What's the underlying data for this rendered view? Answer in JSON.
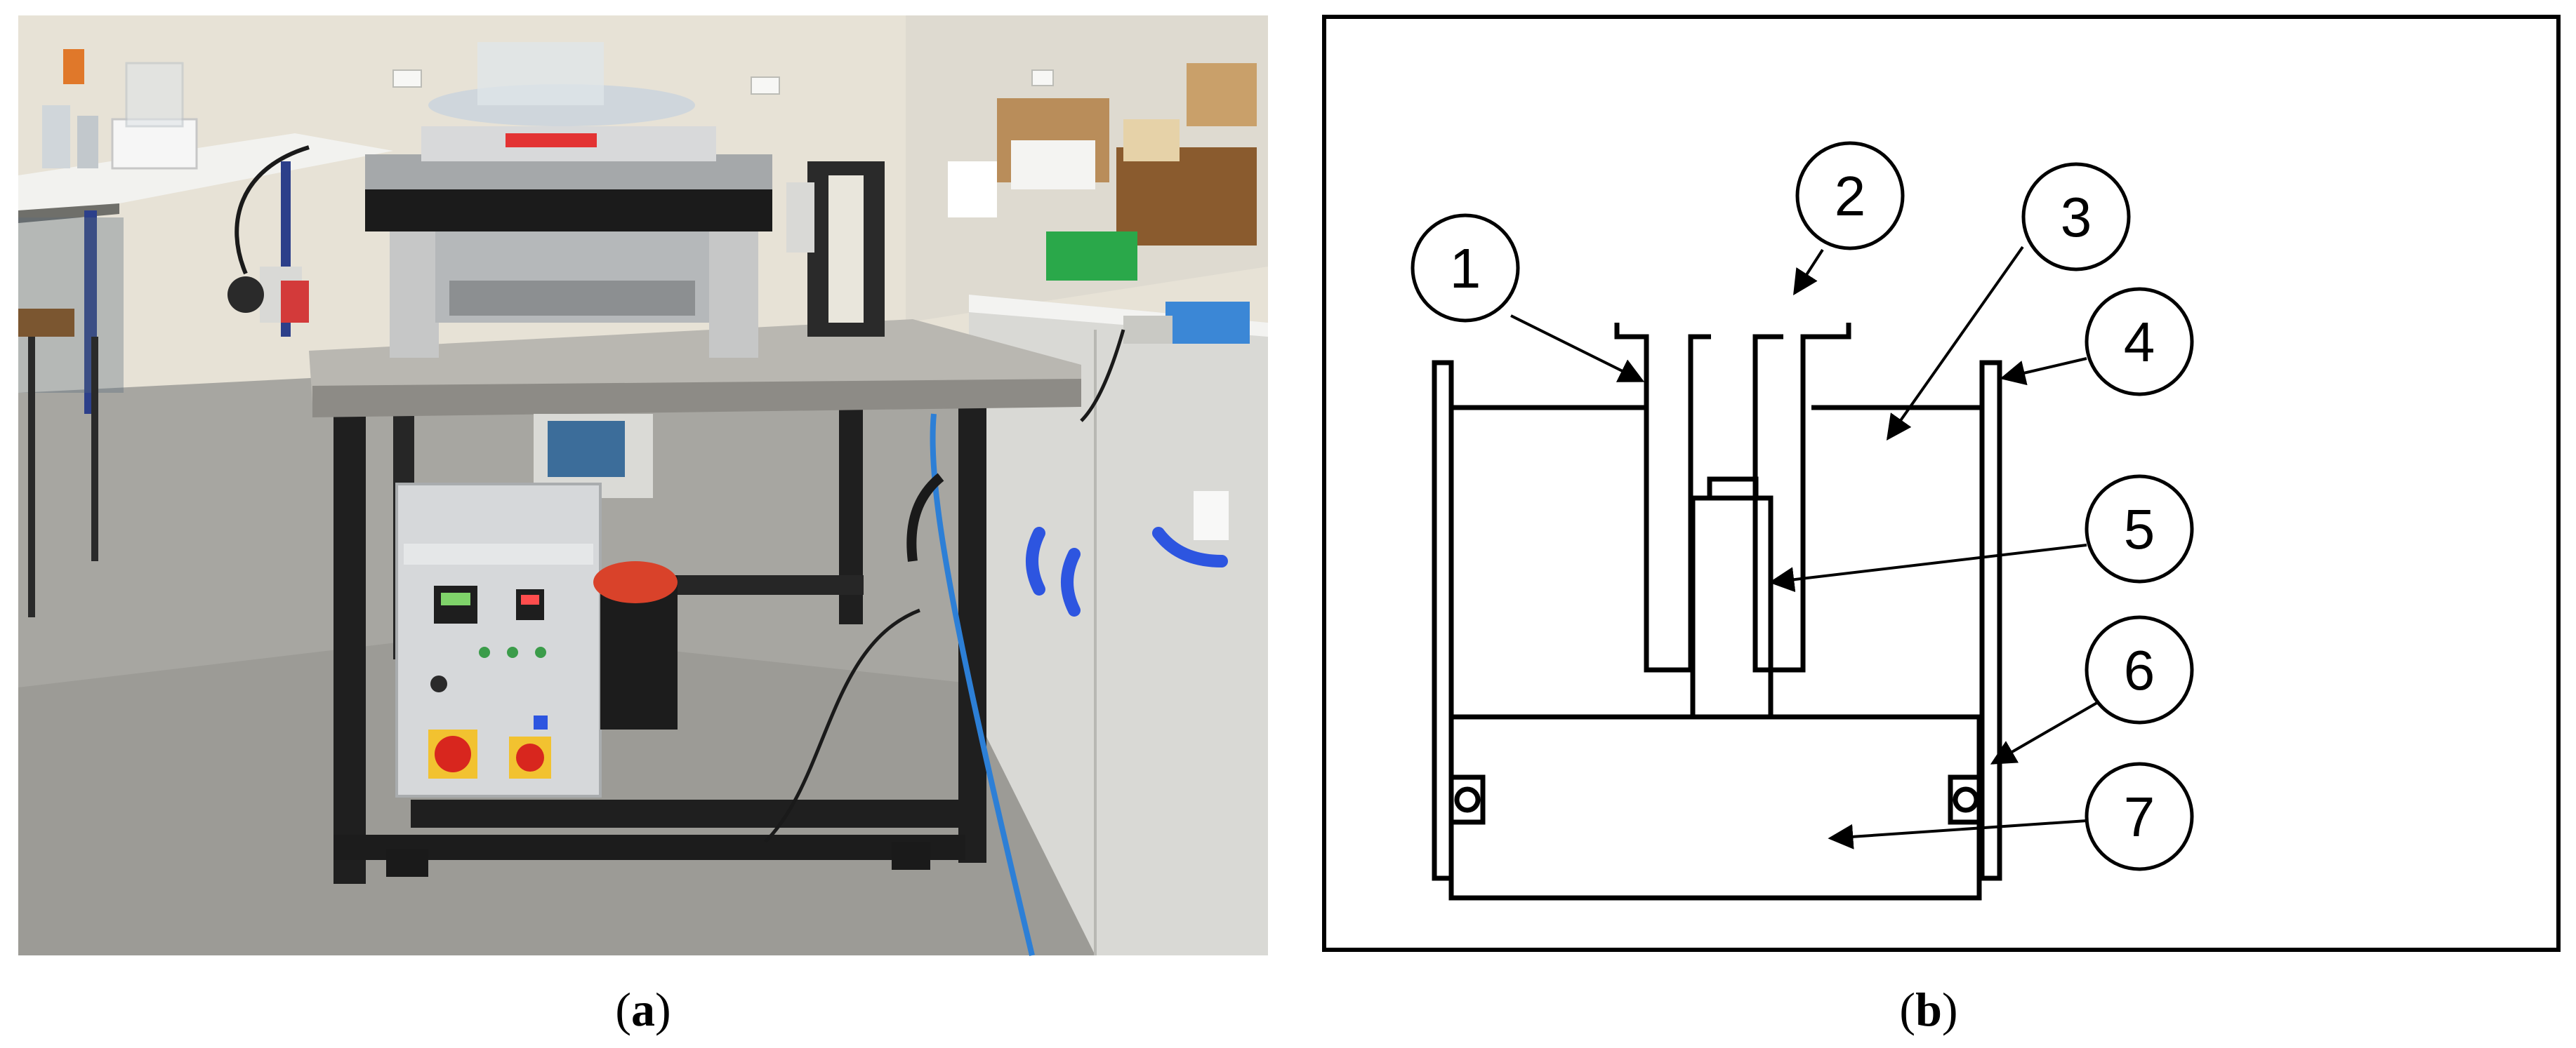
{
  "panel_a": {
    "caption_open": "(",
    "caption_letter": "a",
    "caption_close": ")"
  },
  "panel_b": {
    "caption_open": "(",
    "caption_letter": "b",
    "caption_close": ")",
    "callouts": [
      "1",
      "2",
      "3",
      "4",
      "5",
      "6",
      "7"
    ]
  }
}
